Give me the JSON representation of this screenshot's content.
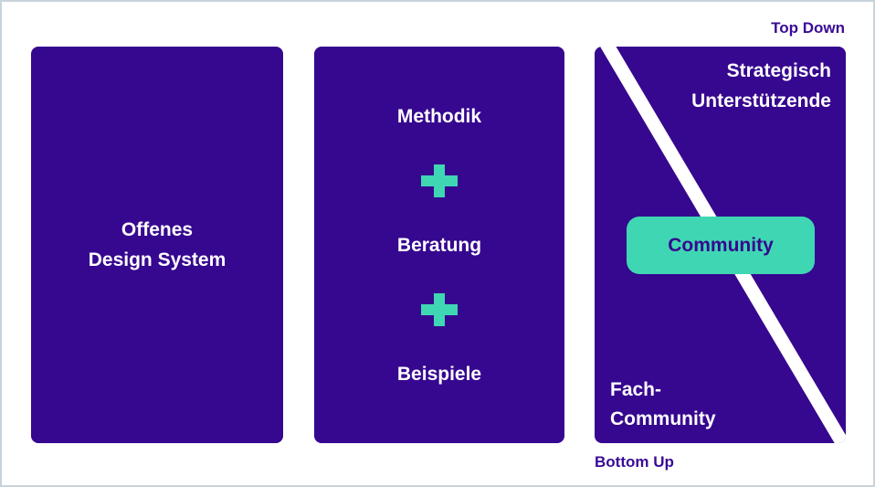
{
  "colors": {
    "panel_background": "#36078f",
    "accent_teal": "#3fd7b3",
    "panel_text": "#ffffff",
    "badge_text": "#36078f",
    "flow_label_text": "#3a0b96",
    "canvas_border": "#c9d3dc",
    "background": "#ffffff",
    "stripe": "#ffffff"
  },
  "icons": {
    "plus_icon": "+"
  },
  "panels": {
    "left": {
      "title_line1": "Offenes",
      "title_line2": "Design System"
    },
    "middle": {
      "items": [
        "Methodik",
        "Beratung",
        "Beispiele"
      ]
    },
    "right": {
      "top_label": "Top Down",
      "bottom_label": "Bottom Up",
      "top_text_line1": "Strategisch",
      "top_text_line2": "Unterstützende",
      "badge_label": "Community",
      "bottom_text_line1": "Fach-",
      "bottom_text_line2": "Community"
    }
  }
}
